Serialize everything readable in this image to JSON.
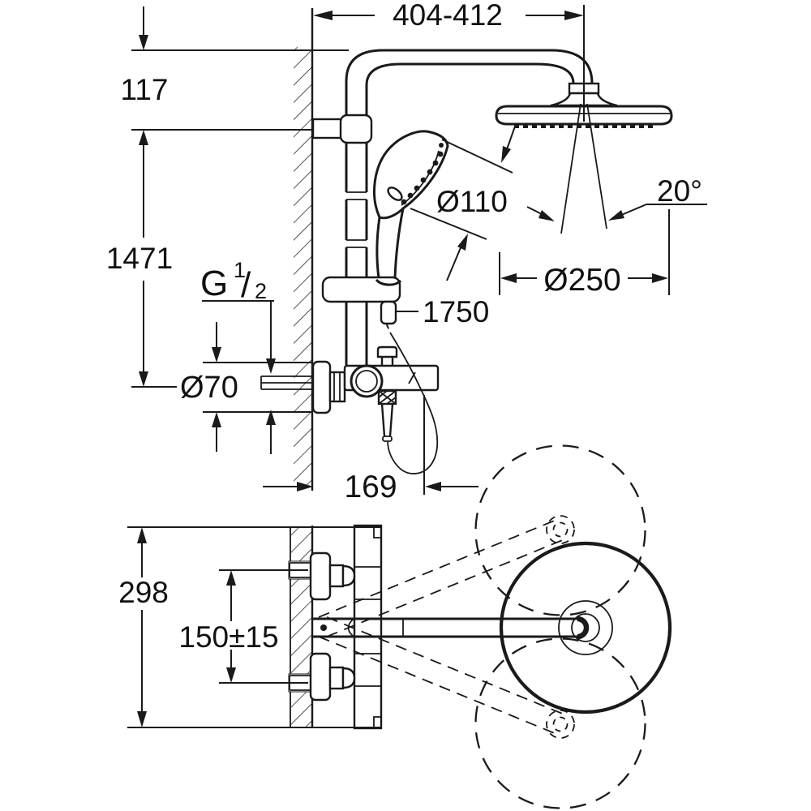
{
  "drawing": {
    "type": "technical-dimension-diagram",
    "subject": "wall-mounted thermostatic shower system with head shower, hand shower and swivel arm (side elevation and top plan view)",
    "labels": {
      "arm_length": "404-412",
      "top_offset": "117",
      "riser_height": "1471",
      "thread_g": "G",
      "thread_num": "1",
      "thread_slash": "/",
      "thread_den": "2",
      "escutcheon_dia": "Ø70",
      "hand_shower_dia": "Ø110",
      "swivel_angle": "20°",
      "head_shower_dia": "Ø250",
      "hose_length": "1750",
      "wall_projection": "169",
      "body_length": "298",
      "connection_centers": "150±15"
    },
    "colors": {
      "line": "#1a1a1a",
      "background": "#ffffff"
    }
  }
}
